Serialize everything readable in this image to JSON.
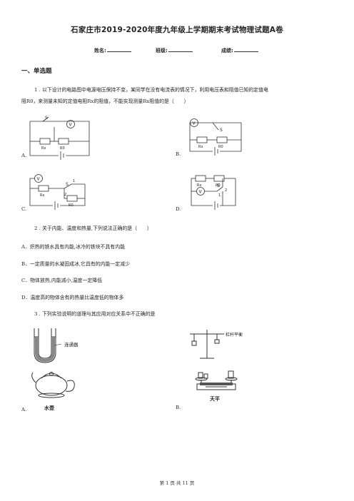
{
  "title": "石家庄市2019-2020年度九年级上学期期末考试物理试题A卷",
  "info": {
    "name_label": "姓名:",
    "class_label": "班级:",
    "score_label": "成绩:"
  },
  "section1": {
    "heading": "一、单选题"
  },
  "q1": {
    "text_line1": "1 . 以下设计的电路图中电源电压保持不变，某同学在没有电流表的情况下，利用电压表和阻值已知的定值电",
    "text_line2": "阻R0，来测量未知的定值电阻Rx的阻值，不能实现测量Rx阻值的是（　　）",
    "options": [
      "A.",
      "B.",
      "C.",
      "D."
    ],
    "circuit_labels": {
      "S": "S",
      "V": "V",
      "Rx": "Rx",
      "R0": "R0",
      "one": "1",
      "two": "2"
    }
  },
  "q2": {
    "text": "2 . 关于内能、温度和热量,下列说法正确的是（　　）",
    "options": [
      "A．炽热的铁水具有内能,冰冷的铁块不具有内能",
      "B．一定质量的水凝固成冰,它具有的内能一定减少",
      "C．物体放热,内能减小,温度一定降低",
      "D．温度高的物体含有的热量比温度低的物体多"
    ]
  },
  "q3": {
    "text": "3 . 下列实验说明的道理与其应用对应关系中不正确的是",
    "options": [
      "A.",
      "B."
    ],
    "labels": {
      "connector": "连通器",
      "kettle": "水壶",
      "lever_balance": "杠杆平衡",
      "scale": "天平"
    }
  },
  "footer": "第 1 页 共 11 页"
}
